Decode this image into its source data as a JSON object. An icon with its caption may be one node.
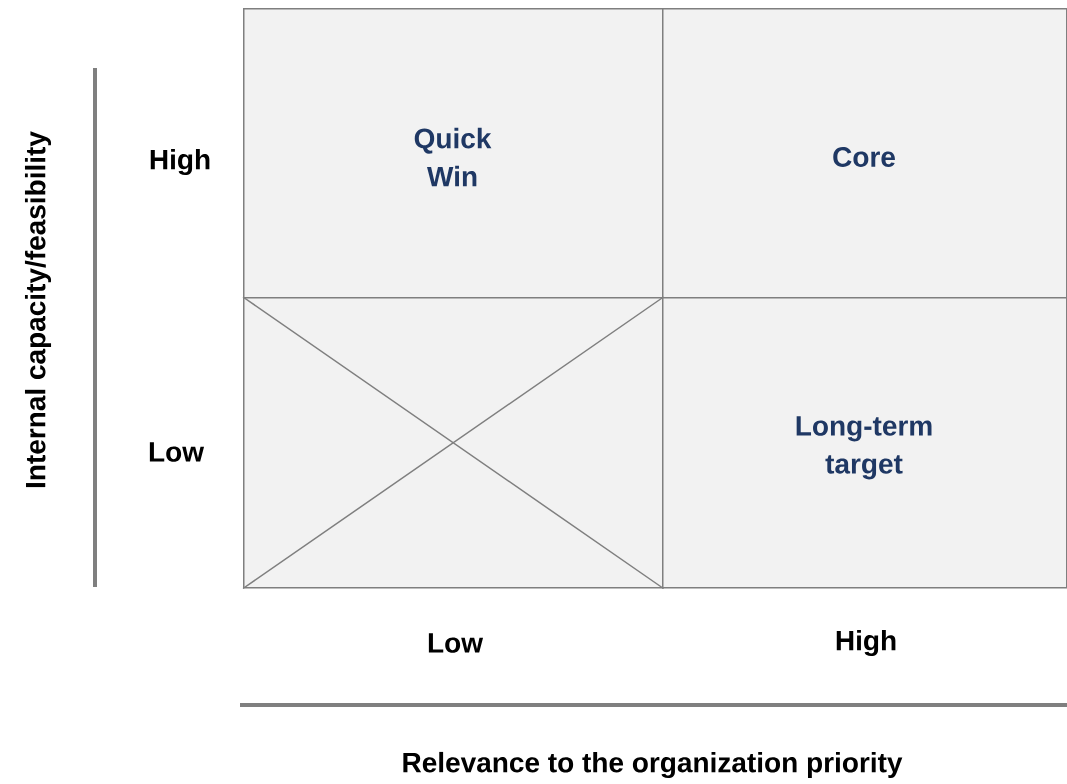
{
  "diagram": {
    "nodes": [
      {
        "text": [
          "Quick Win"
        ]
      },
      {
        "text": [
          "Core"
        ]
      },
      {
        "text": [],
        "shape": "box"
      },
      {
        "text": [
          "Long-term target"
        ]
      }
    ],
    "labels": [
      "Internal capacity/feasibility",
      "High",
      "Low",
      "Low",
      "High",
      "Relevance to the organization priority"
    ]
  }
}
